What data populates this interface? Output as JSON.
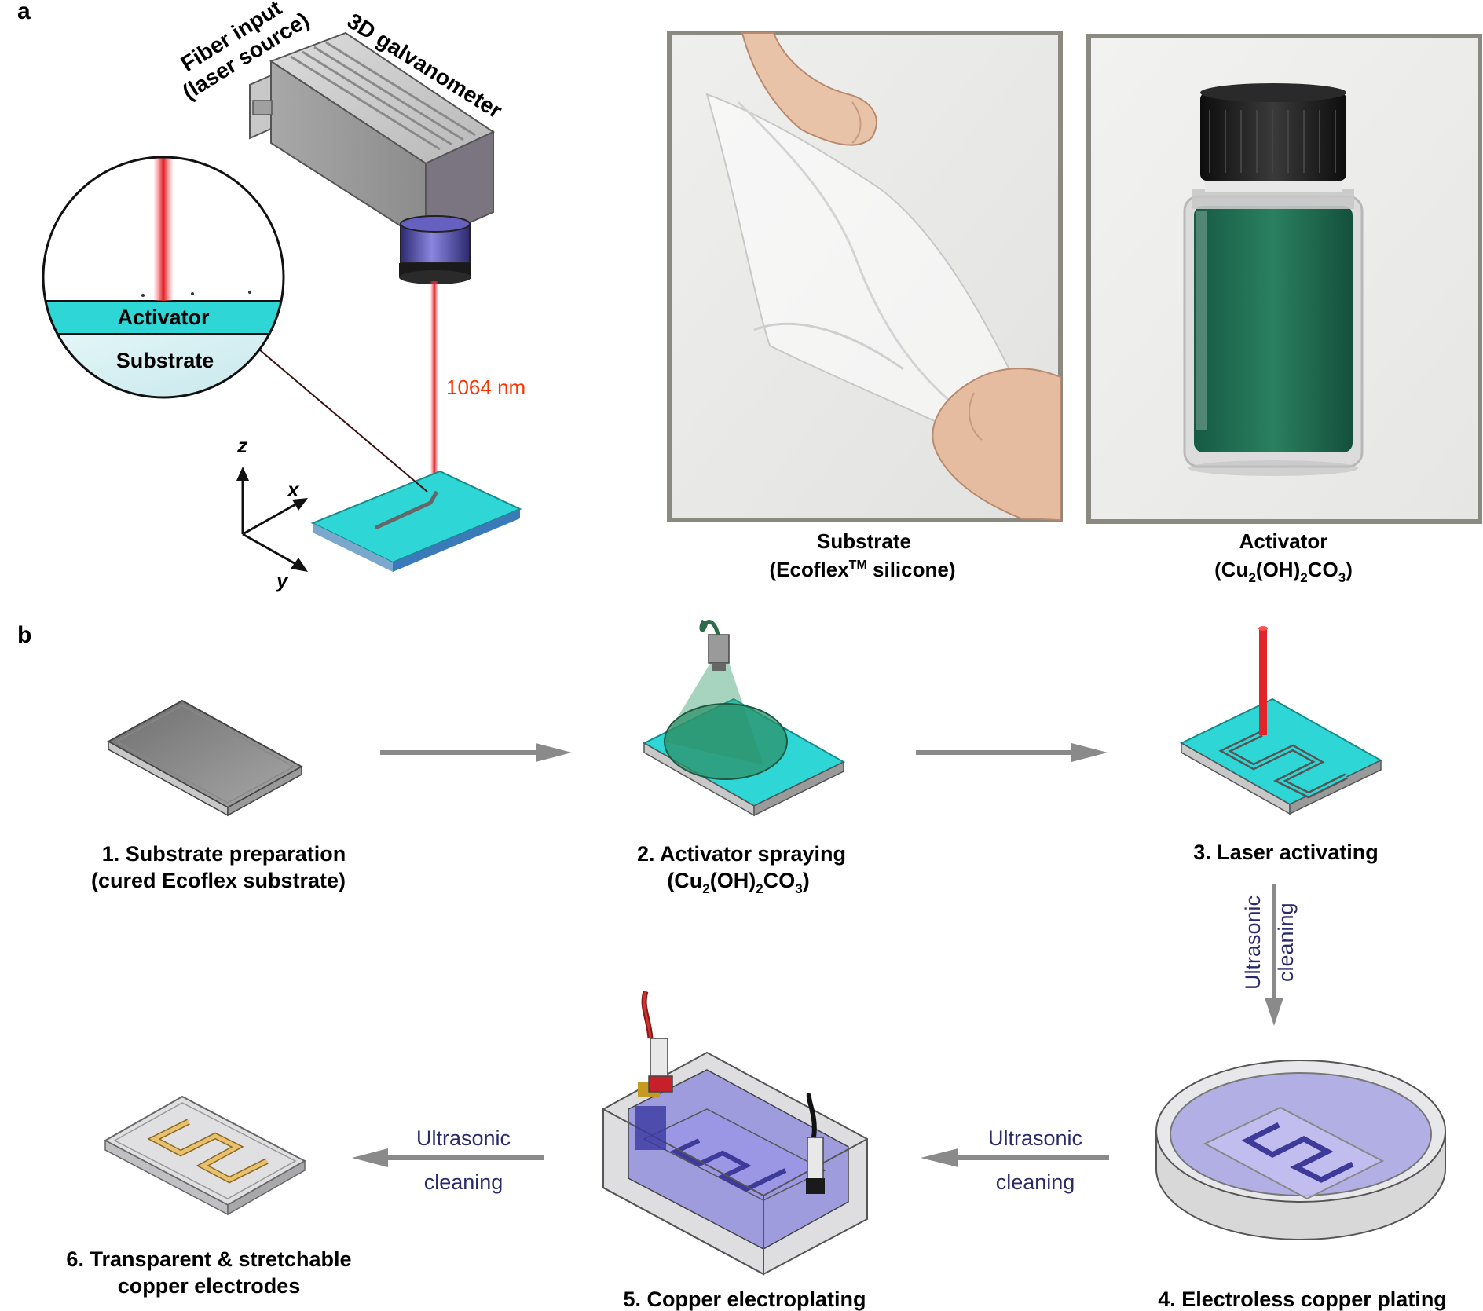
{
  "panel_a": {
    "letter": "a",
    "fiber_label_1": "Fiber input",
    "fiber_label_2": "(laser source)",
    "galvo_label": "3D galvanometer",
    "inset_activator": "Activator",
    "inset_substrate": "Substrate",
    "wavelength": "1064 nm",
    "axis_z": "z",
    "axis_x": "x",
    "axis_y": "y",
    "photo1_caption_1": "Substrate",
    "photo1_caption_2a": "(Ecoflex",
    "photo1_caption_2sup": "TM",
    "photo1_caption_2b": " silicone)",
    "photo2_caption_1": "Activator",
    "photo2_formula": [
      "(Cu",
      "2",
      "(OH)",
      "2",
      "CO",
      "3",
      ")"
    ]
  },
  "panel_b": {
    "letter": "b",
    "step1_l1": "1. Substrate preparation",
    "step1_l2": "(cured Ecoflex substrate)",
    "step2_l1": "2. Activator spraying",
    "step2_formula": [
      "(Cu",
      "2",
      "(OH)",
      "2",
      "CO",
      "3",
      ")"
    ],
    "step3": "3. Laser activating",
    "step4": "4. Electroless copper plating",
    "step5": "5. Copper electroplating",
    "step6_l1": "6. Transparent & stretchable",
    "step6_l2": "copper electrodes",
    "clean_v1": "Ultrasonic",
    "clean_v2": "cleaning",
    "clean_a1": "Ultrasonic",
    "clean_a2": "cleaning",
    "clean_b1": "Ultrasonic",
    "clean_b2": "cleaning"
  },
  "colors": {
    "laser_red": "#e0242a",
    "wavelength_orange": "#ff3300",
    "activator_cyan": "#2fd6d6",
    "substrate_gray": "#9a9a9a",
    "lens_purple": "#4a44a0",
    "plating_purple": "#8a86d8",
    "copper": "#d8a850",
    "arrow_gray": "#8a8a8a",
    "frame_gray": "#8a8a80"
  }
}
